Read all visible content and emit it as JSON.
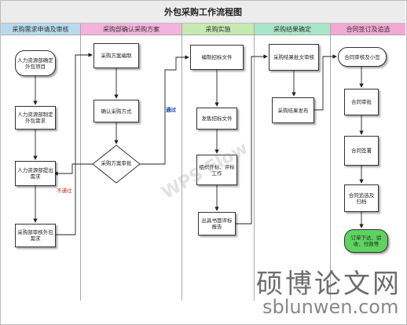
{
  "title": "外包采购工作流程图",
  "lanes": [
    {
      "label": "采购需求申请及审核",
      "color": "#b8d9ec"
    },
    {
      "label": "采购部确认采购方案",
      "color": "#f3b3dc"
    },
    {
      "label": "采购实施",
      "color": "#c6eab1"
    },
    {
      "label": "采购结果确定",
      "color": "#a9e6c9"
    },
    {
      "label": "合同签订及追选",
      "color": "#f3a8d3"
    }
  ],
  "nodes": {
    "n1": "人力资源部确定外包项目",
    "n2": "人力资源部制定外包需求",
    "n3": "人力资源部提出需求",
    "n4": "采购部审核外包需求",
    "n5": "采购方案编制",
    "n6": "确认采购方式",
    "n7": "采购方案审批",
    "n8": "编制招标文件",
    "n9": "发售招标文件",
    "n10": "组织开标、评标工作",
    "n11": "出具书面评标报告",
    "n12": "采购结果批文审核",
    "n13": "采购结果发布",
    "n14": "合同审核及小签",
    "n15": "合同审批",
    "n16": "合同签署",
    "n17": "合同追选及归档",
    "n18": "订单下达、验收、付款等"
  },
  "edge_labels": {
    "pass": "通过",
    "fail": "不通过"
  },
  "watermark": {
    "brand": "WPS Flow",
    "site_cn": "硕博论文网",
    "site_url": "sblunwen.com"
  },
  "colors": {
    "pass_label": "#1a3fa0",
    "fail_label": "#c81c1c",
    "terminal": "#5fd35f"
  }
}
